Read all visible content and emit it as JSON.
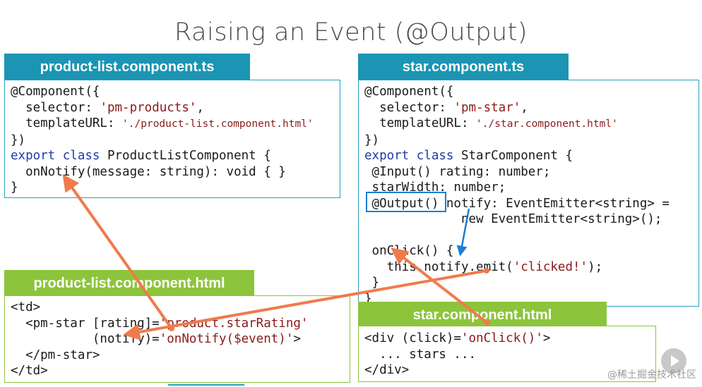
{
  "title": "Raising an Event (@Output)",
  "tabs": {
    "product_list_ts": "product-list.component.ts",
    "star_ts": "star.component.ts",
    "product_list_html": "product-list.component.html",
    "star_html": "star.component.html"
  },
  "code": {
    "product_list_ts": [
      "@Component({",
      "  selector: ",
      "'pm-products'",
      ",",
      "  templateURL: ",
      "'./product-list.component.html'",
      "})",
      "export class",
      " ProductListComponent {",
      "  onNotify(message: string): void { }",
      "}"
    ],
    "star_ts": [
      "@Component({",
      "  selector: ",
      "'pm-star'",
      ",",
      "  templateURL: ",
      "'./star.component.html'",
      "})",
      "export class",
      " StarComponent {",
      " @Input() rating: number;",
      " starWidth: number;",
      " @Output() notify: EventEmitter<string> =",
      "             new EventEmitter<string>();",
      "",
      " onClick() {",
      "   this.notify.emit(",
      "'clicked!'",
      ");",
      " }",
      "}"
    ],
    "product_list_html": [
      "<td>",
      "  <pm-star [rating]=",
      "'product.starRating'",
      "           (notify)=",
      "'onNotify($event)'",
      ">",
      "  </pm-star>",
      "</td>"
    ],
    "star_html": [
      "<div (click)=",
      "'onClick()'",
      ">",
      "  ... stars ...",
      "</div>"
    ]
  },
  "colors": {
    "tab_blue": "#1b95b3",
    "tab_green": "#8cc43c",
    "arrow_orange": "#f07a4c",
    "arrow_blue": "#1a7fd4",
    "keyword": "#1f3aa8",
    "string": "#8b1a1a"
  },
  "icons": {
    "play": "play-icon"
  },
  "watermark": "@稀土掘金技术社区"
}
